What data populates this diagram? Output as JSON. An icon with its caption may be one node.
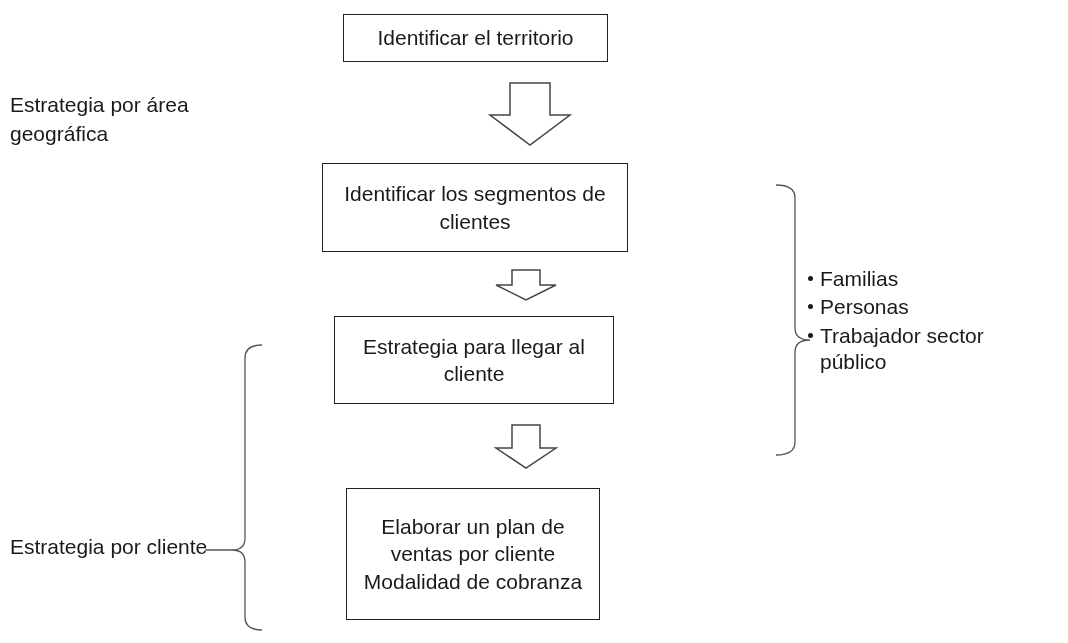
{
  "diagram": {
    "nodes": [
      {
        "text": [
          "Identificar el territorio"
        ]
      },
      {
        "text": [
          "Identificar los segmentos de clientes"
        ]
      },
      {
        "text": [
          "Estrategia para llegar al cliente"
        ]
      },
      {
        "text": [
          "Elaborar un plan de ventas por cliente",
          "Modalidad de cobranza"
        ]
      }
    ],
    "edges": [
      {
        "from": 0,
        "to": 1,
        "arrow": "to"
      },
      {
        "from": 1,
        "to": 2,
        "arrow": "to"
      },
      {
        "from": 2,
        "to": 3,
        "arrow": "to"
      }
    ],
    "labels": [
      "Estrategia por área geográfica",
      "Familias",
      "Personas",
      "Trabajador sector público",
      "Estrategia por cliente"
    ]
  }
}
